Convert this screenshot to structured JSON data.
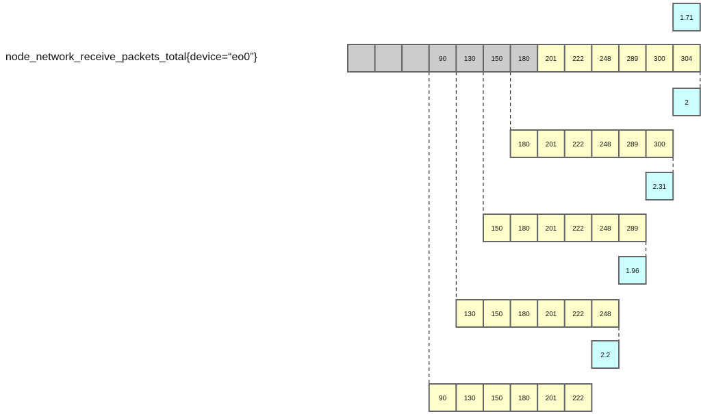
{
  "metric_label": "node_network_receive_packets_total{device=“eo0”}",
  "colors": {
    "empty_fill": "#cccccc",
    "sample_fill": "#ffffcc",
    "result_fill": "#ccffff",
    "stroke": "#666666",
    "guide_line": "#333333"
  },
  "series": {
    "empty_count": 3,
    "samples": [
      "90",
      "130",
      "150",
      "180",
      "201",
      "222",
      "248",
      "289",
      "300",
      "304"
    ],
    "old_sample_count": 4
  },
  "windows": [
    {
      "result": "1.71",
      "start_index": 6,
      "samples": [
        "180",
        "201",
        "222",
        "248",
        "289",
        "300",
        "304"
      ]
    },
    {
      "result": "2",
      "start_index": 6,
      "samples": [
        "180",
        "201",
        "222",
        "248",
        "289",
        "300"
      ]
    },
    {
      "result": "2.31",
      "start_index": 5,
      "samples": [
        "150",
        "180",
        "201",
        "222",
        "248",
        "289"
      ]
    },
    {
      "result": "1.96",
      "start_index": 4,
      "samples": [
        "130",
        "150",
        "180",
        "201",
        "222",
        "248"
      ]
    },
    {
      "result": "2.2",
      "start_index": 3,
      "samples": [
        "90",
        "130",
        "150",
        "180",
        "201",
        "222"
      ]
    }
  ]
}
